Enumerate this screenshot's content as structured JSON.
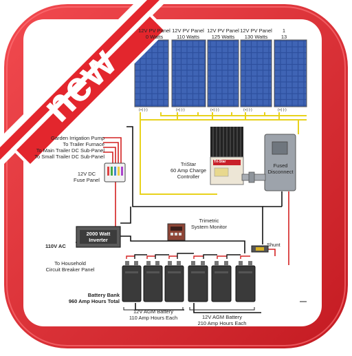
{
  "badge": {
    "text": "new"
  },
  "panels": [
    {
      "label": "12V PV Panel",
      "watts": "0 Watts"
    },
    {
      "label": "12V PV Panel",
      "watts": "110 Watts"
    },
    {
      "label": "12V PV Panel",
      "watts": "125 Watts"
    },
    {
      "label": "12V PV Panel",
      "watts": "130 Watts"
    },
    {
      "label": "1",
      "watts": "13"
    }
  ],
  "terminal_marks": "(+)   (-)",
  "loads": [
    "Garden Irrigation Pump",
    "To Trailer Furnace",
    "To Main Trailer DC Sub-Panel",
    "To Small Trailer DC Sub-Panel"
  ],
  "fuse_panel": {
    "line1": "12V DC",
    "line2": "Fuse Panel"
  },
  "charge_controller": {
    "line1": "TriStar",
    "line2": "60 Amp Charge",
    "line3": "Controller",
    "brand": "Tri-Star"
  },
  "disconnect": {
    "line1": "Fused",
    "line2": "Disconnect"
  },
  "monitor": {
    "line1": "Trimetric",
    "line2": "System Monitor"
  },
  "inverter": {
    "line1": "2000 Watt",
    "line2": "Inverter"
  },
  "ac": {
    "voltage": "110V AC",
    "household_line1": "To Household",
    "household_line2": "Circuit Breaker Panel"
  },
  "shunt": "Shunt",
  "battery_bank": {
    "line1": "Battery Bank",
    "line2": "960 Amp Hours Total"
  },
  "battery_group_1": {
    "line1": "12V AGM Battery",
    "line2": "110 Amp Hours Each"
  },
  "battery_group_2": {
    "line1": "12V AGM Battery",
    "line2": "210 Amp Hours Each"
  },
  "colors": {
    "frame_red": "#e3262d",
    "frame_red_dark": "#b3161c",
    "panel_blue": "#2d4f9e",
    "wire_positive": "#d32020",
    "wire_negative": "#111111",
    "wire_pv": "#e8d21c"
  }
}
